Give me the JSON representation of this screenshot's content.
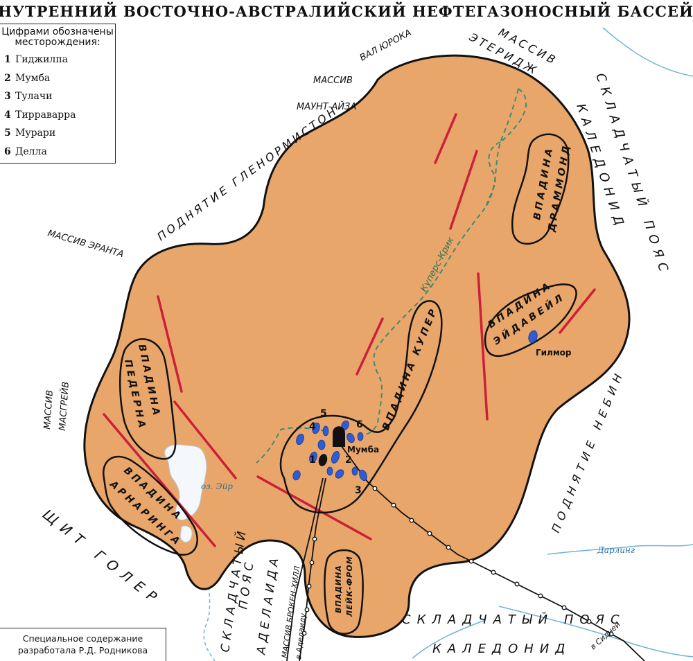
{
  "title": "ВНУТРЕННИЙ ВОСТОЧНО-АВСТРАЛИЙСКИЙ НЕФТЕГАЗОНОСНЫЙ БАССЕЙН",
  "legend": {
    "heading": "Цифрами обозначены месторождения:",
    "items": [
      {
        "num": "1",
        "name": "Гиджилпа"
      },
      {
        "num": "2",
        "name": "Мумба"
      },
      {
        "num": "3",
        "name": "Тулачи"
      },
      {
        "num": "4",
        "name": "Тирраварра"
      },
      {
        "num": "5",
        "name": "Мурари"
      },
      {
        "num": "6",
        "name": "Делла"
      }
    ]
  },
  "credit": {
    "line1": "Специальное содержание",
    "line2": "разработала Р.Д. Родникова"
  },
  "labels": {
    "val_yuroka": "ВАЛ ЮРОКА",
    "massiv_eteridzh_1": "МАССИВ",
    "massiv_eteridzh_2": "ЭТЕРИДЖ",
    "massiv_maunt_1": "МАССИВ",
    "massiv_maunt_2": "МАУНТ-АЙЗА",
    "skladchatyi_poyas": "СКЛАДЧАТЫЙ ПОЯС",
    "kaledonid": "КАЛЕДОНИД",
    "podnyatie_glenormiston": "ПОДНЯТИЕ ГЛЕНОРМИСТОН",
    "massiv_eranta": "МАССИВ ЭРАНТА",
    "massiv_masgreiv_1": "МАССИВ",
    "massiv_masgreiv_2": "МАСГРЕЙВ",
    "shchit_goler": "ЩИТ ГОЛЕР",
    "poyas_adelaida_1": "СКЛАДЧАТЫЙ",
    "poyas_adelaida_2": "ПОЯС",
    "poyas_adelaida_3": "АДЕЛАИДА",
    "massiv_broken_hill": "МАССИВ БРОКЕН-ХИЛЛ",
    "podnyatie_nebin": "ПОДНЯТИЕ НЕБИН",
    "poyas_south_1": "СКЛАДЧАТЫЙ ПОЯС",
    "poyas_south_2": "КАЛЕДОНИД",
    "vpadina_drummond_1": "ВПАДИНА",
    "vpadina_drummond_2": "ДРАММОНД",
    "vpadina_eidaveil_1": "ВПАДИНА",
    "vpadina_eidaveil_2": "ЭЙДАВЕЙЛ",
    "vpadina_kuper": "ВПАДИНА КУПЕР",
    "vpadina_pederna_1": "ВПАДИНА",
    "vpadina_pederna_2": "ПЕДЕРНА",
    "vpadina_arnaringa_1": "ВПАДИНА",
    "vpadina_arnaringa_2": "АРНАРИНГА",
    "vpadina_leik_1": "ВПАДИНА",
    "vpadina_leik_2": "ЛЕЙК-ФРОМ",
    "kupers_krik": "Куперс-Крик",
    "darling": "Дарлинг",
    "oz_eir": "оз. Эйр",
    "mumba_city": "Мумба",
    "gilmor": "Гилмор",
    "to_adelaide": "в Аделаиду",
    "to_sydney": "в Сидней"
  },
  "field_numbers": [
    "1",
    "2",
    "3",
    "4",
    "5",
    "6"
  ],
  "colors": {
    "basin_fill": "#e9a66a",
    "outline": "#111111",
    "fault": "#cc1f3a",
    "field": "#2f5bd3",
    "river": "#6fb3d8",
    "creek": "#3f8a72",
    "lake": "#f4f7fb"
  }
}
